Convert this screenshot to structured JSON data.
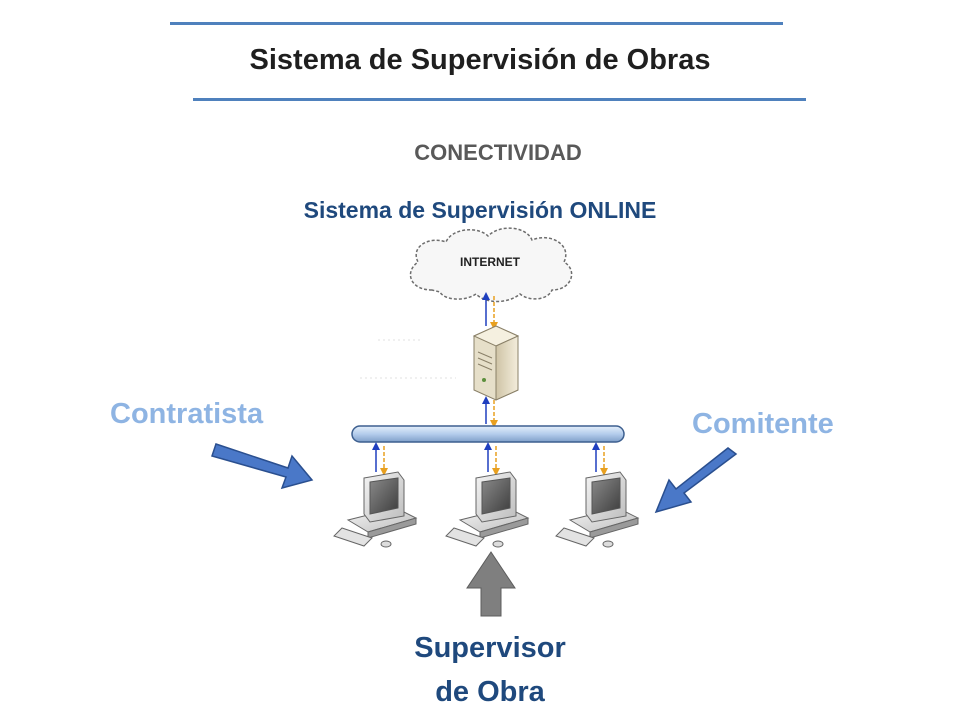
{
  "header": {
    "title": "Sistema de Supervisión de Obras",
    "rule_color": "#4f81bd"
  },
  "section_label": "CONECTIVIDAD",
  "diagram": {
    "subtitle": "Sistema de Supervisión ONLINE",
    "cloud_label": "INTERNET",
    "nodes": [
      "internet-cloud",
      "server",
      "network-bus",
      "workstation",
      "workstation",
      "workstation"
    ],
    "link_colors": {
      "up": "#1f3fbf",
      "down": "#e8a020"
    }
  },
  "actors": {
    "left": "Contratista",
    "right": "Comitente",
    "bottom_line1": "Supervisor",
    "bottom_line2": "de Obra",
    "side_color": "#8eb4e3",
    "bottom_color": "#1f497d",
    "arrow_color": "#4a78c8",
    "bottom_arrow_color": "#7f7f7f"
  }
}
